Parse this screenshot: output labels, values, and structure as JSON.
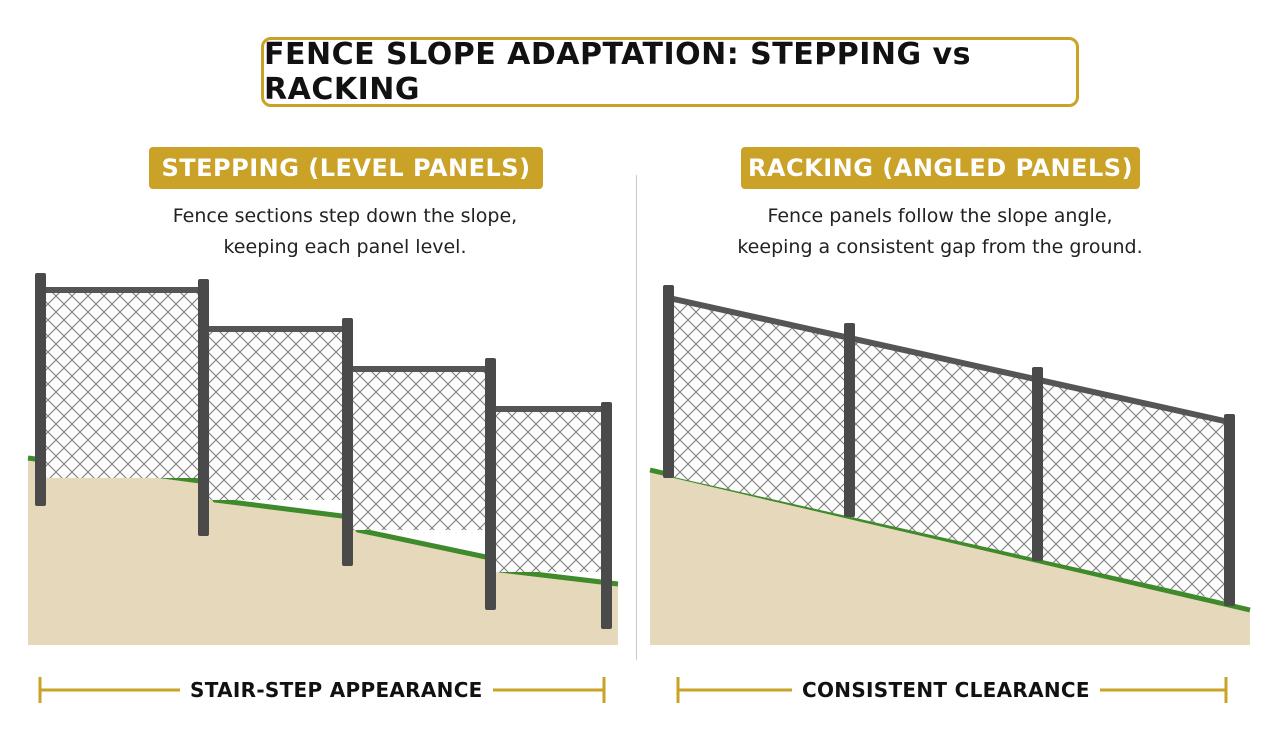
{
  "title": "FENCE SLOPE ADAPTATION: STEPPING vs RACKING",
  "stepping": {
    "heading": "STEPPING (LEVEL PANELS)",
    "description_line1": "Fence sections step down the slope,",
    "description_line2": "keeping each panel level.",
    "footer_label": "STAIR-STEP APPEARANCE"
  },
  "racking": {
    "heading": "RACKING (ANGLED PANELS)",
    "description_line1": "Fence panels follow the slope angle,",
    "description_line2": "keeping a consistent gap from the ground.",
    "footer_label": "CONSISTENT CLEARANCE"
  },
  "colors": {
    "accent": "#c9a227",
    "ground": "#e6d9bb",
    "grass": "#3f8a2a",
    "post": "#4a4a4a",
    "mesh": "#777777"
  }
}
